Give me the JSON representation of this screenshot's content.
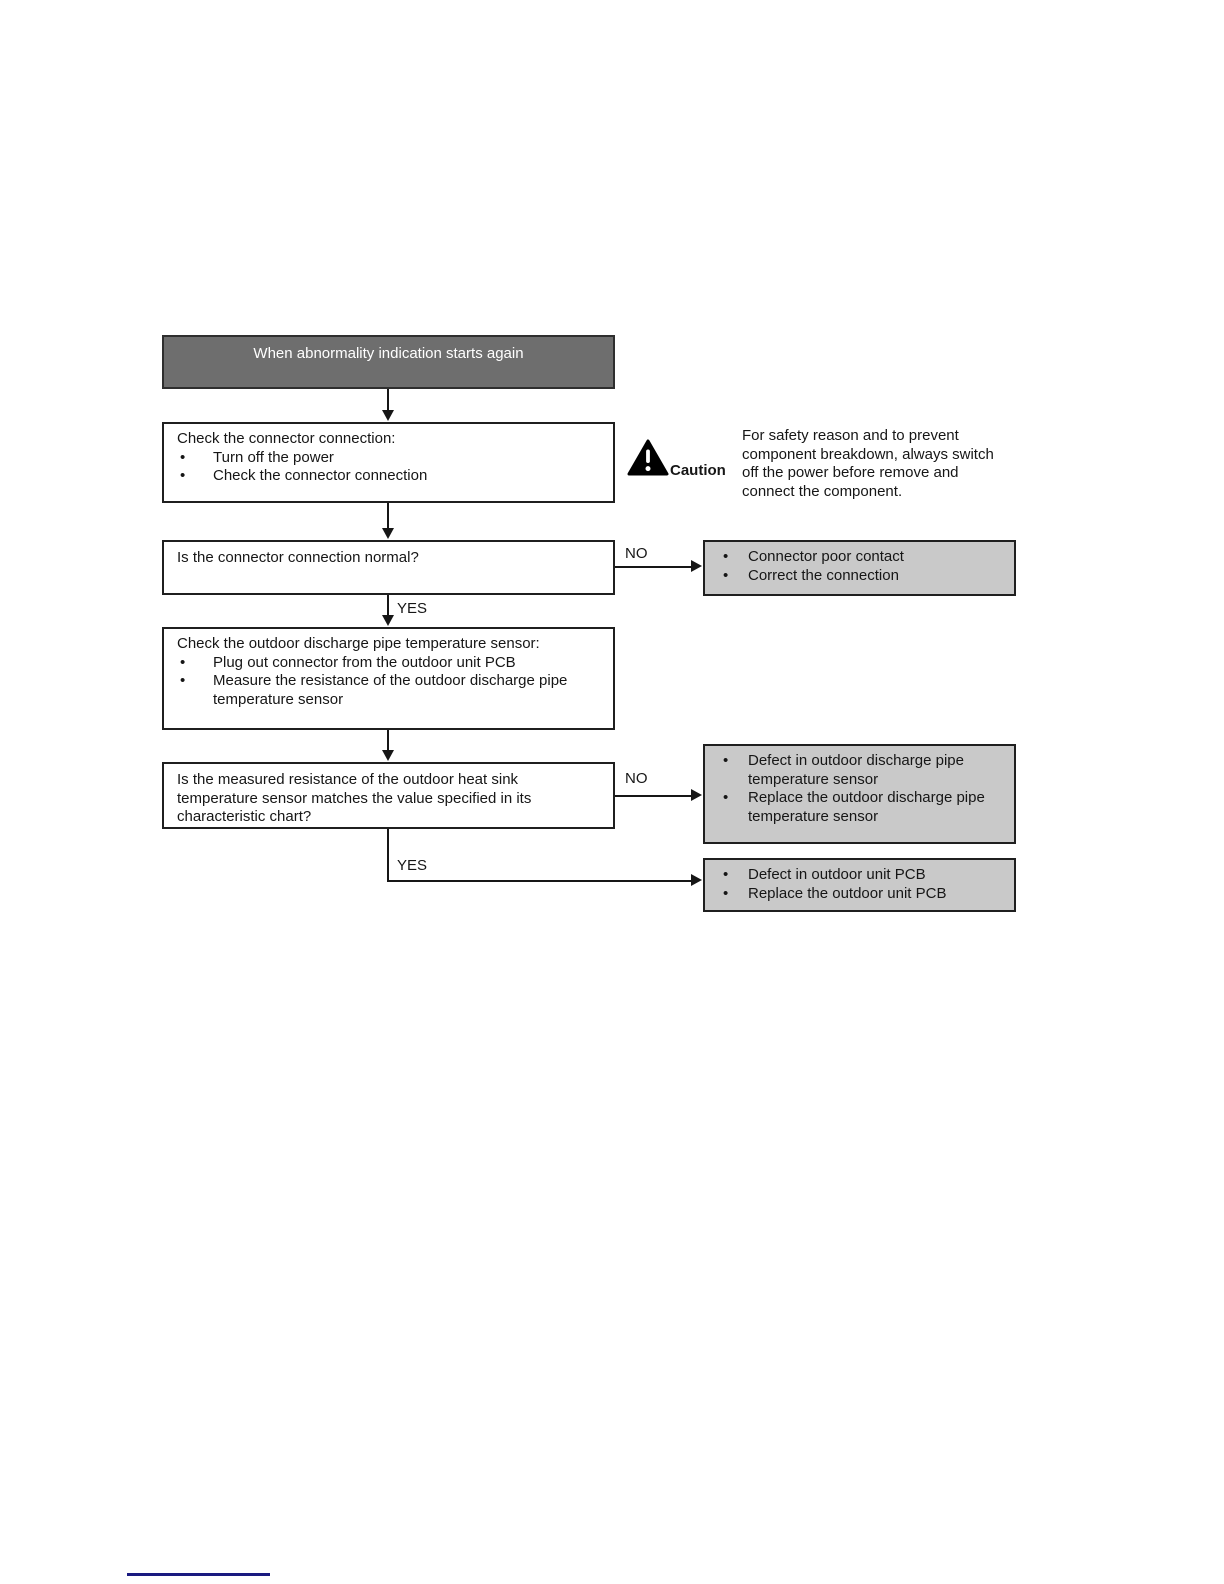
{
  "colors": {
    "start_fill": "#6e6e6e",
    "start_text": "#ffffff",
    "result_fill": "#c9c9c9",
    "box_border": "#1f1f1f",
    "line": "#161616",
    "footer_rule": "#1a1a80"
  },
  "flowchart": {
    "start_label": "When abnormality indication starts again",
    "check_connector": {
      "title": "Check the connector connection:",
      "bullets": [
        "Turn off the power",
        "Check the connector connection"
      ]
    },
    "caution": {
      "label": "Caution",
      "text": "For safety reason and to prevent component breakdown, always switch off the power before remove and connect the component."
    },
    "connector_question": {
      "question": "Is the connector connection normal?",
      "no_label": "NO",
      "yes_label": "YES"
    },
    "connector_result": {
      "bullets": [
        "Connector poor contact",
        "Correct the connection"
      ]
    },
    "check_sensor": {
      "title": "Check the outdoor discharge pipe temperature sensor:",
      "bullets": [
        "Plug out connector from the outdoor unit PCB",
        "Measure the resistance of the outdoor discharge pipe temperature sensor"
      ]
    },
    "resistance_question": {
      "question": "Is the measured resistance of the outdoor heat sink temperature sensor matches the value specified in its characteristic chart?",
      "no_label": "NO",
      "yes_label": "YES"
    },
    "sensor_result": {
      "bullets": [
        "Defect in outdoor discharge pipe temperature sensor",
        "Replace the outdoor discharge pipe temperature sensor"
      ]
    },
    "pcb_result": {
      "bullets": [
        "Defect in outdoor unit PCB",
        "Replace the outdoor unit PCB"
      ]
    }
  }
}
